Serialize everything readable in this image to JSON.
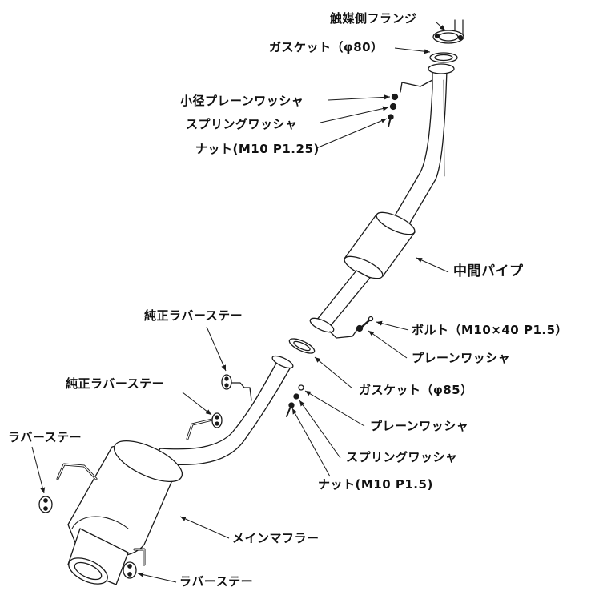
{
  "labels": {
    "catalyst_flange": "触媒側フランジ",
    "gasket_80": "ガスケット（φ80）",
    "small_washer": "小径プレーンワッシャ",
    "spring_washer_1": "スプリングワッシャ",
    "nut_1": "ナット(M10 P1.25)",
    "middle_pipe": "中間パイプ",
    "genuine_rubber_stay_1": "純正ラバーステー",
    "bolt": "ボルト（M10×40 P1.5）",
    "plain_washer_1": "プレーンワッシャ",
    "genuine_rubber_stay_2": "純正ラバーステー",
    "gasket_85": "ガスケット（φ85）",
    "rubber_stay_1": "ラバーステー",
    "plain_washer_2": "プレーンワッシャ",
    "spring_washer_2": "スプリングワッシャ",
    "nut_2": "ナット(M10 P1.5)",
    "main_muffler": "メインマフラー",
    "rubber_stay_2": "ラバーステー"
  },
  "colors": {
    "line": "#1a1a1a",
    "background": "#ffffff",
    "part_fill": "#ffffff"
  }
}
